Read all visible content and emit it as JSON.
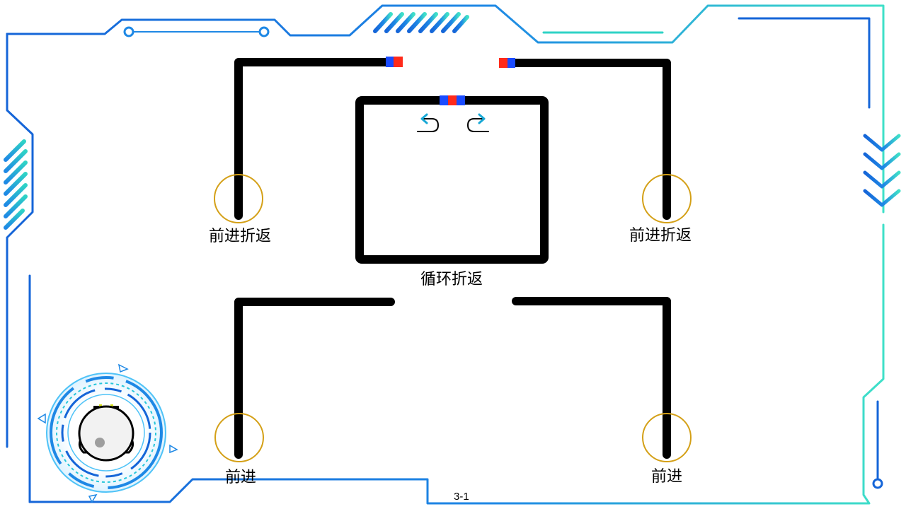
{
  "labels": {
    "top_left": "前进折返",
    "top_right": "前进折返",
    "center": "循环折返",
    "bottom_left": "前进",
    "bottom_right": "前进"
  },
  "page_number": "3-1",
  "colors": {
    "track": "#000000",
    "frame_blue": "#1565d8",
    "frame_cyan": "#2fd3c6",
    "marker_red": "#ff2a1a",
    "marker_blue": "#1a4bff",
    "circle_gold": "#d4a017",
    "arrow_cyan": "#1aa9d6"
  },
  "icons": [
    "u-turn-left-icon",
    "u-turn-right-icon",
    "chevron-down-icon",
    "robot-icon"
  ]
}
